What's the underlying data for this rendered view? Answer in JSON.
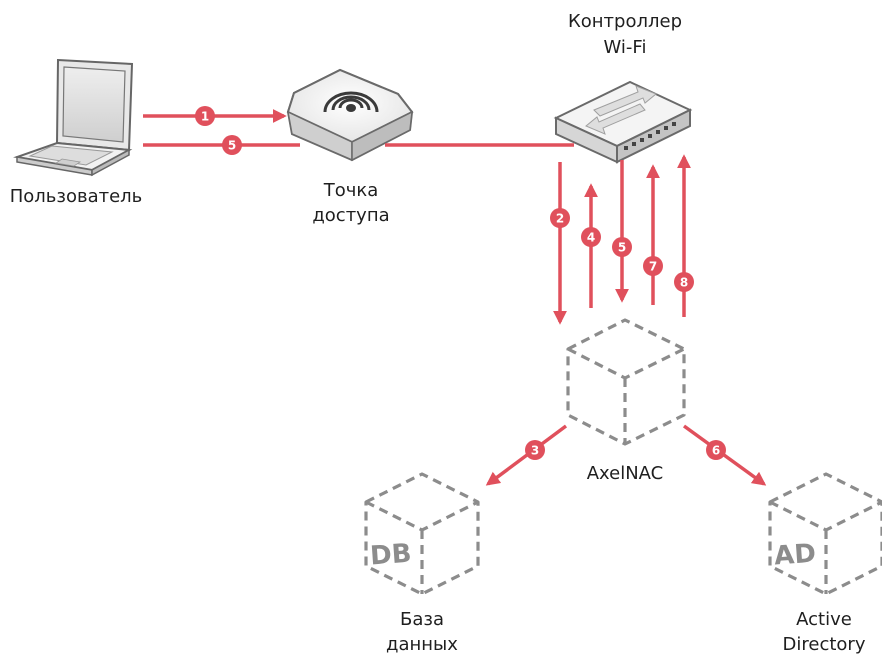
{
  "nodes": {
    "user": {
      "label": "Пользователь"
    },
    "access_point": {
      "label_line1": "Точка",
      "label_line2": "доступа"
    },
    "controller": {
      "label_line1": "Контроллер",
      "label_line2": "Wi-Fi"
    },
    "axelnac": {
      "label": "AxelNAC"
    },
    "database": {
      "label_line1": "База",
      "label_line2": "данных",
      "icon_text": "DB"
    },
    "active_directory": {
      "label_line1": "Active",
      "label_line2": "Directory",
      "icon_text": "AD"
    }
  },
  "steps": [
    {
      "number": "1",
      "from": "user",
      "to": "access_point"
    },
    {
      "number": "5",
      "from": "controller",
      "to": "user"
    },
    {
      "number": "2",
      "from": "controller",
      "to": "axelnac"
    },
    {
      "number": "4",
      "from": "axelnac",
      "to": "controller"
    },
    {
      "number": "5",
      "from": "controller",
      "to": "axelnac"
    },
    {
      "number": "7",
      "from": "axelnac",
      "to": "controller"
    },
    {
      "number": "8",
      "from": "axelnac",
      "to": "controller"
    },
    {
      "number": "3",
      "from": "axelnac",
      "to": "database"
    },
    {
      "number": "6",
      "from": "axelnac",
      "to": "active_directory"
    }
  ],
  "colors": {
    "flow": "#e0505c",
    "cube": "#8c8c8c"
  }
}
